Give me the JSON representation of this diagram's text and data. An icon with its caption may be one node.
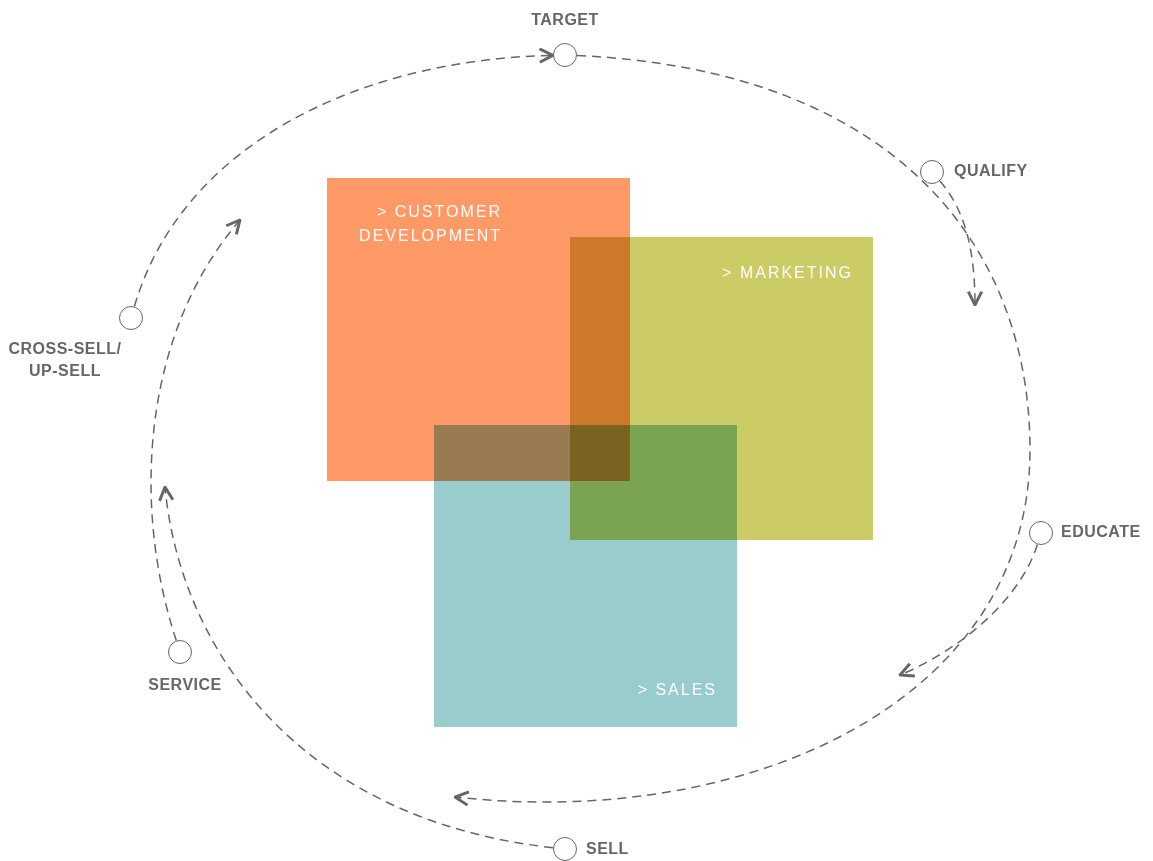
{
  "diagram": {
    "nodes": [
      {
        "text": [],
        "shape": "circle",
        "beside": [
          "TARGET"
        ]
      },
      {
        "text": [],
        "shape": "circle",
        "beside": [
          "QUALIFY"
        ]
      },
      {
        "text": [],
        "shape": "circle",
        "beside": [
          "EDUCATE"
        ]
      },
      {
        "text": [],
        "shape": "circle",
        "beside": [
          "SELL"
        ]
      },
      {
        "text": [],
        "shape": "circle",
        "beside": [
          "SERVICE"
        ]
      },
      {
        "text": [],
        "shape": "circle",
        "beside": [
          "CROSS-SELL/ UP-SELL"
        ]
      },
      {
        "text": [
          "> CUSTOMER DEVELOPMENT"
        ]
      },
      {
        "text": [
          "> MARKETING"
        ]
      },
      {
        "text": [
          "> SALES"
        ]
      }
    ],
    "edges": [
      {
        "from": 0,
        "to": null,
        "arrow": "to",
        "style": "dashed"
      },
      {
        "from": 1,
        "to": null,
        "arrow": "to",
        "style": "dashed"
      },
      {
        "from": 2,
        "to": null,
        "arrow": "to",
        "style": "dashed"
      },
      {
        "from": 3,
        "to": null,
        "arrow": "to",
        "style": "dashed"
      },
      {
        "from": 4,
        "to": null,
        "arrow": "to",
        "style": "dashed"
      },
      {
        "from": 5,
        "to": 0,
        "arrow": "to",
        "style": "dashed"
      }
    ]
  }
}
